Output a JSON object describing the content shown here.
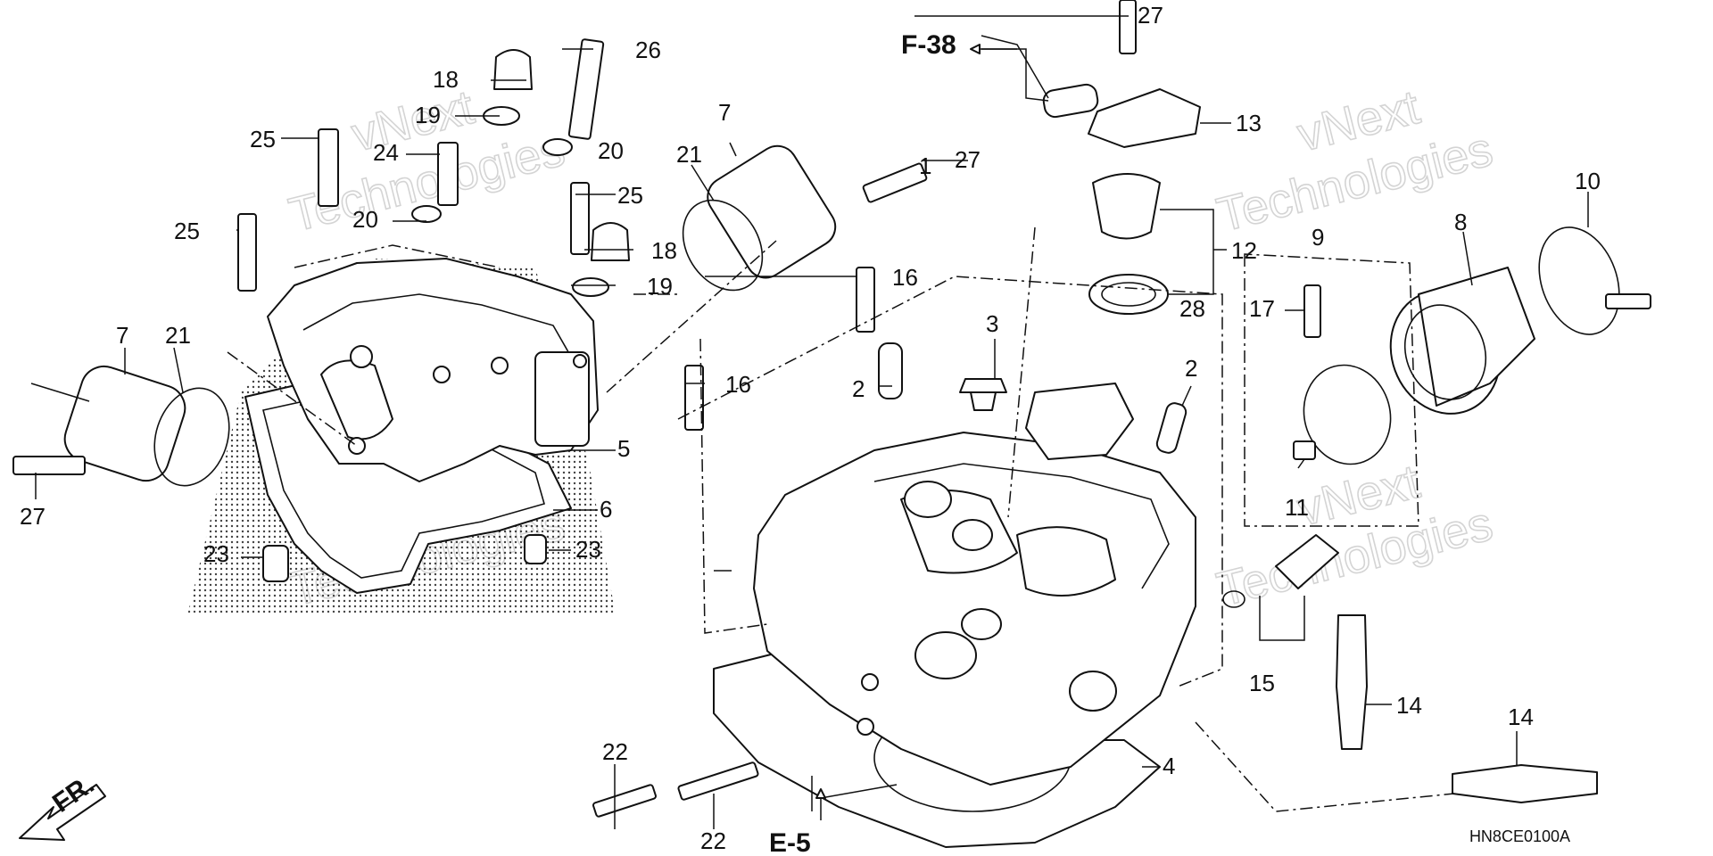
{
  "diagram": {
    "callouts": {
      "n1": "1",
      "n2a": "2",
      "n2b": "2",
      "n3": "3",
      "n4": "4",
      "n5": "5",
      "n6": "6",
      "n7a": "7",
      "n7b": "7",
      "n8": "8",
      "n9": "9",
      "n10": "10",
      "n11": "11",
      "n12": "12",
      "n13": "13",
      "n14a": "14",
      "n14b": "14",
      "n15": "15",
      "n16a": "16",
      "n16b": "16",
      "n17": "17",
      "n18a": "18",
      "n18b": "18",
      "n19a": "19",
      "n19b": "19",
      "n20a": "20",
      "n20b": "20",
      "n21a": "21",
      "n21b": "21",
      "n22a": "22",
      "n22b": "22",
      "n23a": "23",
      "n23b": "23",
      "n24": "24",
      "n25a": "25",
      "n25b": "25",
      "n25c": "25",
      "n26": "26",
      "n27a": "27",
      "n27b": "27",
      "n27c": "27",
      "n28": "28"
    },
    "refs": {
      "f38": "F-38",
      "e5": "E-5"
    },
    "direction": {
      "label": "FR."
    },
    "drawing_code": "HN8CE0100A",
    "watermark": {
      "line1": "vNext",
      "line2": "Technologies"
    }
  }
}
